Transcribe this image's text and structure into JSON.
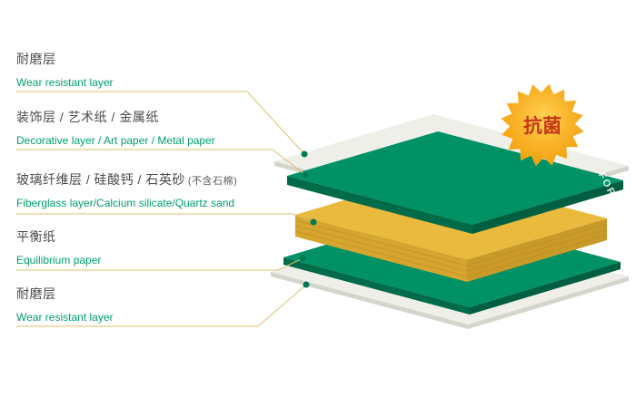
{
  "diagram": {
    "layers": [
      {
        "zh": "耐磨层",
        "en": "Wear resistant layer"
      },
      {
        "zh": "装饰层 / 艺术纸 / 金属纸",
        "en": "Decorative layer / Art paper / Metal paper"
      },
      {
        "zh": "玻璃纤维层 / 硅酸钙 / 石英砂",
        "zh_note": "(不含石棉)",
        "en": "Fiberglass layer/Calcium silicate/Quartz sand"
      },
      {
        "zh": "平衡纸",
        "en": "Equilibrium paper"
      },
      {
        "zh": "耐磨层",
        "en": "Wear resistant layer"
      }
    ],
    "badge_text": "抗菌",
    "brand_text": "FORCA"
  },
  "colors": {
    "green_top_face": "#009164",
    "green_side_left": "#006b49",
    "green_side_right": "#005f41",
    "yellow_top_face": "#eaba3e",
    "yellow_side_left": "#d6a52f",
    "yellow_side_right": "#c9992a",
    "yellow_sheet_line": "#bd8d20",
    "sheet_top_face": "#efefe9",
    "sheet_side": "#d5d5cc",
    "connector_line": "#ddc06d",
    "connector_dot": "#007a52",
    "label_zh_text": "#4a4a4a",
    "label_en_text": "#00a070",
    "badge_text_color": "#c5381a"
  }
}
